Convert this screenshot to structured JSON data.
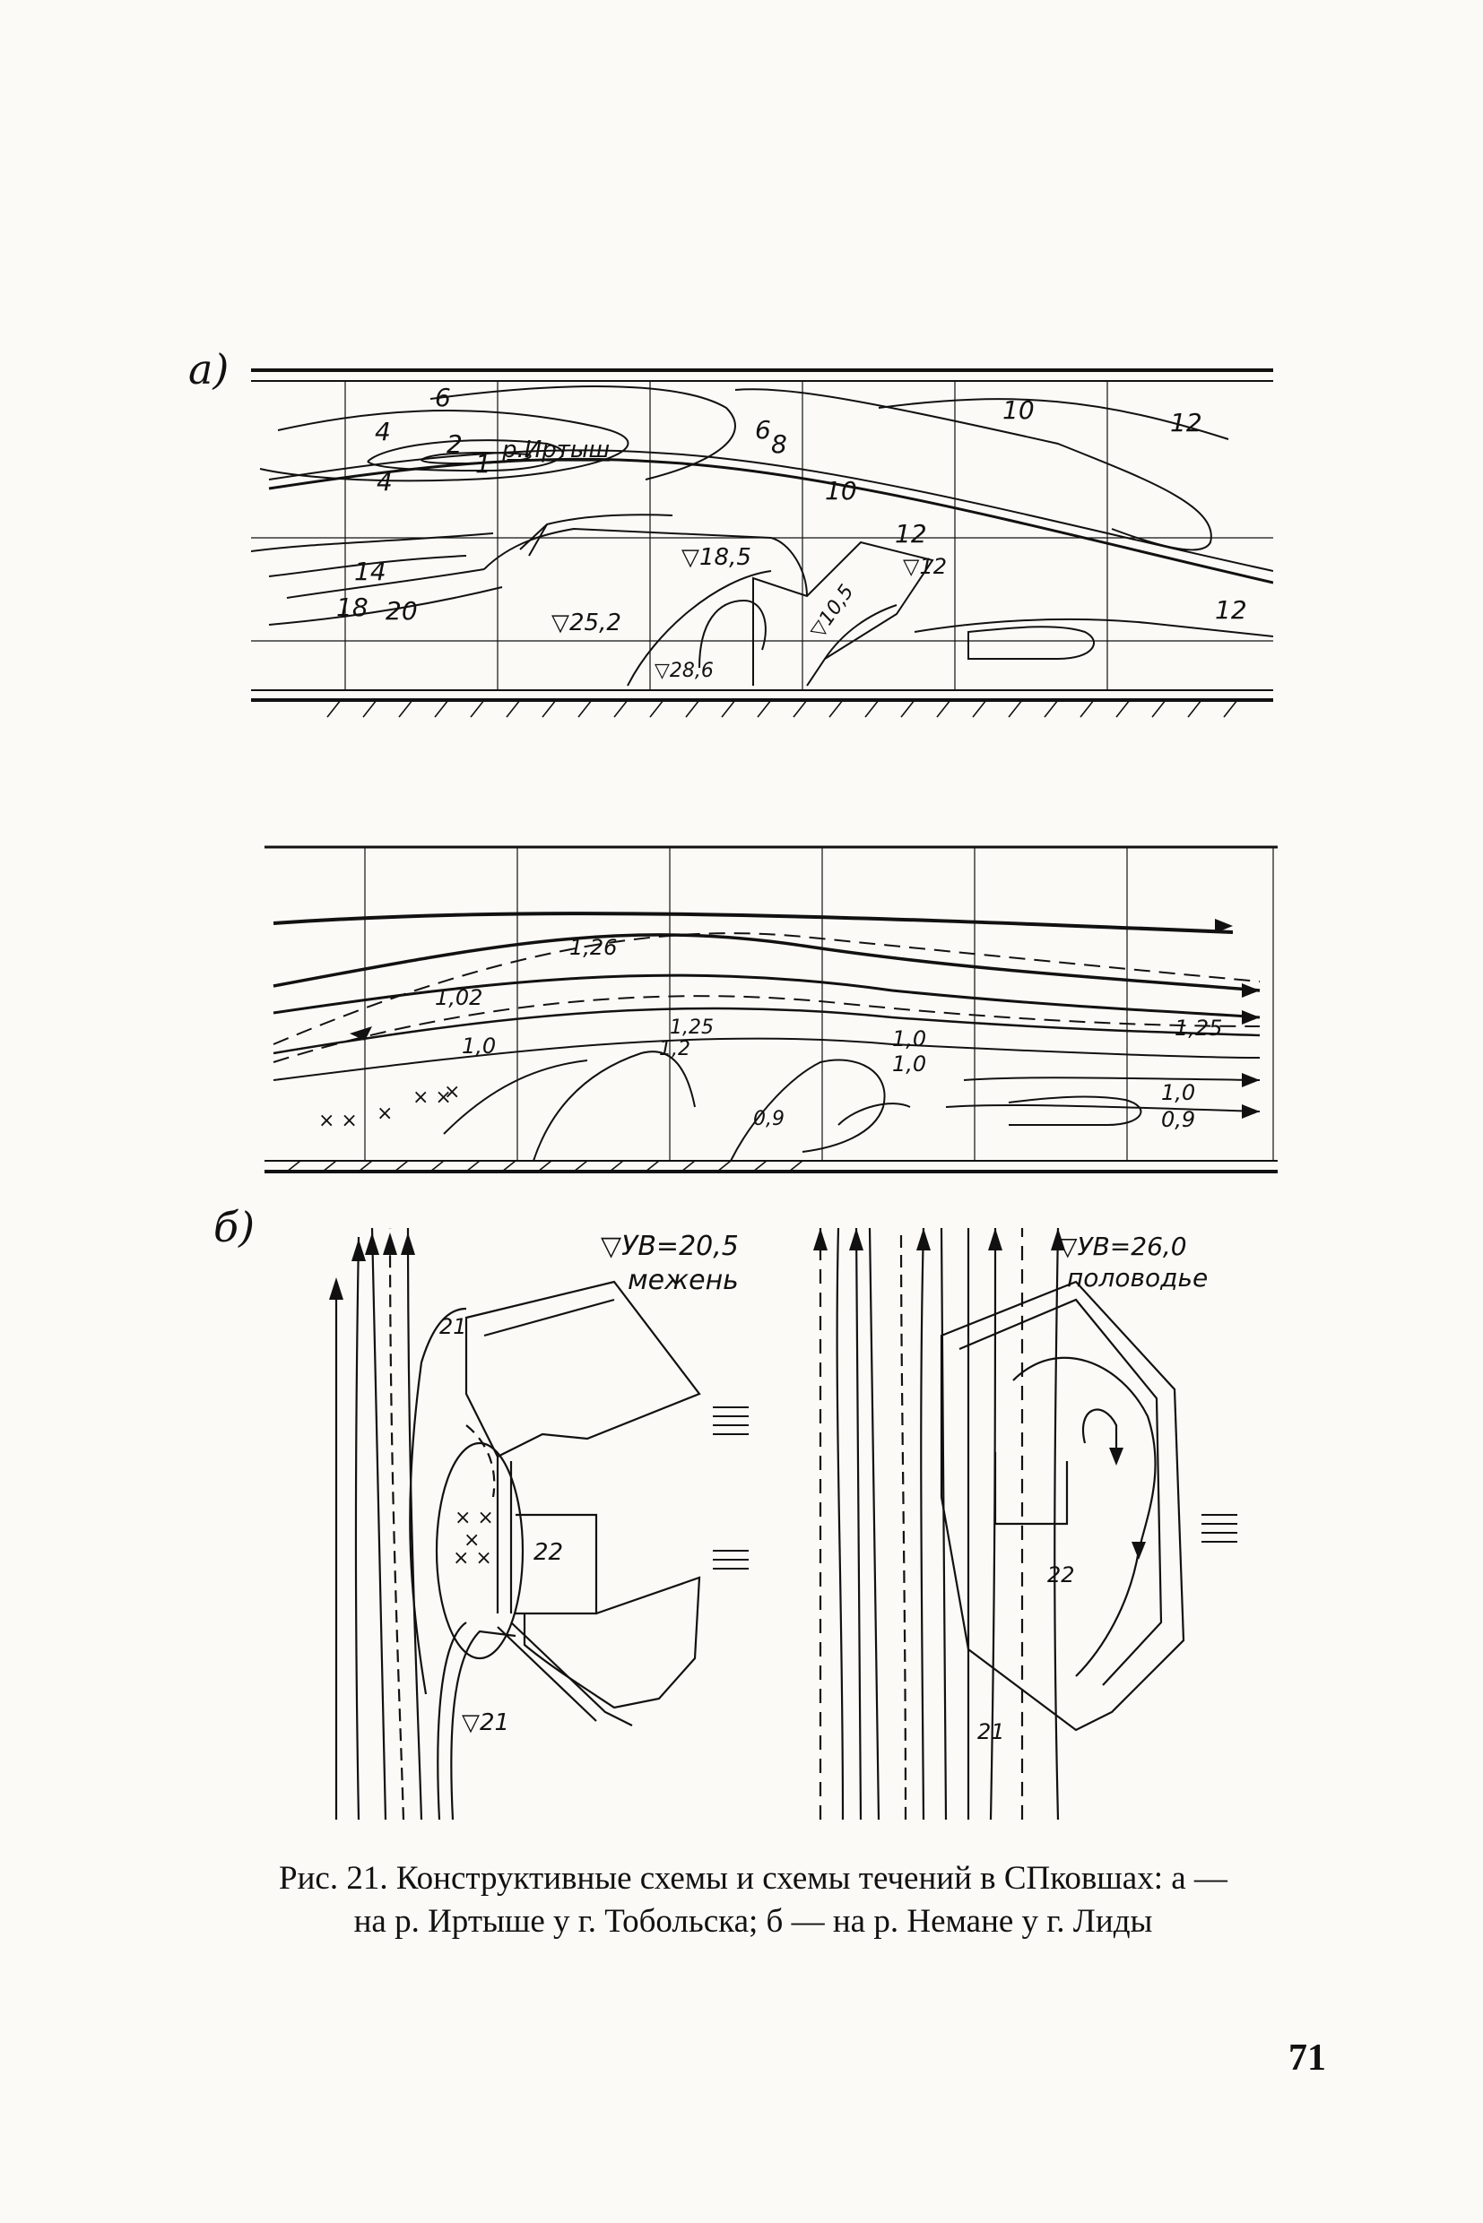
{
  "panels": {
    "a_label": "а)",
    "b_label": "б)"
  },
  "fig_a_top": {
    "river_label": "р.Иртыш",
    "contours": [
      "6",
      "4",
      "2",
      "1",
      "4",
      "6",
      "8",
      "10",
      "10",
      "12",
      "12",
      "12",
      "14",
      "18",
      "20"
    ],
    "marks": [
      "▽18,5",
      "▽25,2",
      "▽28,6",
      "▽10,5",
      "▽12"
    ]
  },
  "fig_a_bottom": {
    "labels": [
      "1,26",
      "1,02",
      "1,0",
      "1,25",
      "1,2",
      "1,0",
      "1,0",
      "1,25",
      "1,0",
      "0,9",
      "0,9"
    ]
  },
  "fig_b_left": {
    "level": "▽УВ=20,5",
    "regime": "межень",
    "marks": [
      "21",
      "22",
      "▽21"
    ]
  },
  "fig_b_right": {
    "level": "▽УВ=26,0",
    "regime": "половодье",
    "marks": [
      "22",
      "21"
    ]
  },
  "caption": {
    "line1": "Рис. 21. Конструктивные схемы и схемы течений в СПковшах: а —",
    "line2": "на р. Иртыше у г. Тобольска; б — на р. Немане у г. Лиды"
  },
  "page_number": "71"
}
